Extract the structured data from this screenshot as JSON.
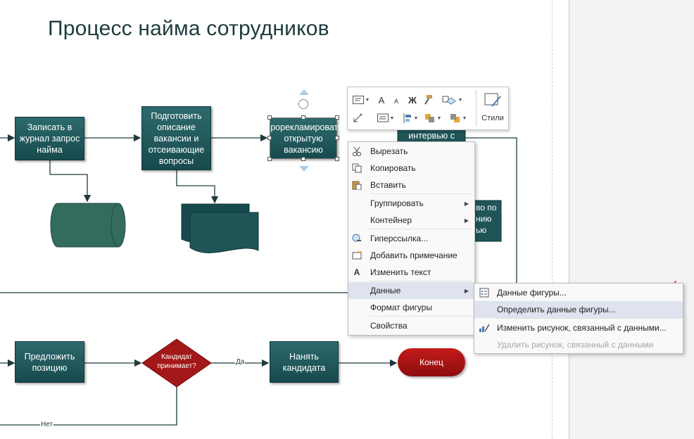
{
  "diagram": {
    "title": "Процесс найма сотрудников",
    "shapes": {
      "record_request": "Записать в журнал запрос найма",
      "prepare_description": "Подготовить описание вакансии и отсеивающие вопросы",
      "advertise": "Прорекламировать открытую вакансию",
      "interview_partial": "интервью с",
      "partial_right_1": "во по",
      "partial_right_2": "нию",
      "partial_right_3": "ью",
      "offer": "Предложить позицию",
      "decision": "Кандидат принимает?",
      "hire": "Нанять кандидата",
      "end": "Конец"
    },
    "edge_labels": {
      "yes": "Да",
      "no": "Нет"
    }
  },
  "mini_toolbar": {
    "styles_label": "Стили",
    "icons": [
      "shape-text-icon",
      "grow-font-icon",
      "shrink-font-icon",
      "bold-icon",
      "format-painter-icon",
      "change-shape-icon",
      "connector-icon",
      "align-icon",
      "position-icon",
      "bring-forward-icon",
      "send-backward-icon",
      "fill-icon",
      "line-icon",
      "styles-icon"
    ],
    "bold_glyph": "Ж",
    "font_glyph": "A"
  },
  "context_menu": {
    "items": [
      {
        "label": "Вырезать",
        "icon": "scissors-icon"
      },
      {
        "label": "Копировать",
        "icon": "copy-icon"
      },
      {
        "label": "Вставить",
        "icon": "paste-icon"
      },
      {
        "label": "Группировать",
        "icon": "",
        "submenu": true
      },
      {
        "label": "Контейнер",
        "icon": "",
        "submenu": true
      },
      {
        "label": "Гиперссылка...",
        "icon": "hyperlink-icon"
      },
      {
        "label": "Добавить примечание",
        "icon": "comment-icon"
      },
      {
        "label": "Изменить текст",
        "icon": "edit-text-icon"
      },
      {
        "label": "Данные",
        "icon": "",
        "submenu": true,
        "highlighted": true
      },
      {
        "label": "Формат фигуры",
        "icon": ""
      },
      {
        "label": "Свойства",
        "icon": ""
      }
    ]
  },
  "data_submenu": {
    "items": [
      {
        "label": "Данные фигуры...",
        "icon": "shape-data-icon"
      },
      {
        "label": "Определить данные фигуры...",
        "icon": "",
        "highlighted": true
      },
      {
        "label": "Изменить рисунок, связанный с данными...",
        "icon": "data-graphic-icon"
      },
      {
        "label": "Удалить рисунок, связанный с данными",
        "icon": "",
        "disabled": true
      }
    ]
  },
  "colors": {
    "process_fill": "#1f5557",
    "terminator_fill": "#a81515",
    "decision_fill": "#a31818",
    "connector": "#1d3b3c",
    "annotation": "#e02020",
    "menu_highlight": "#dfe3ef"
  }
}
